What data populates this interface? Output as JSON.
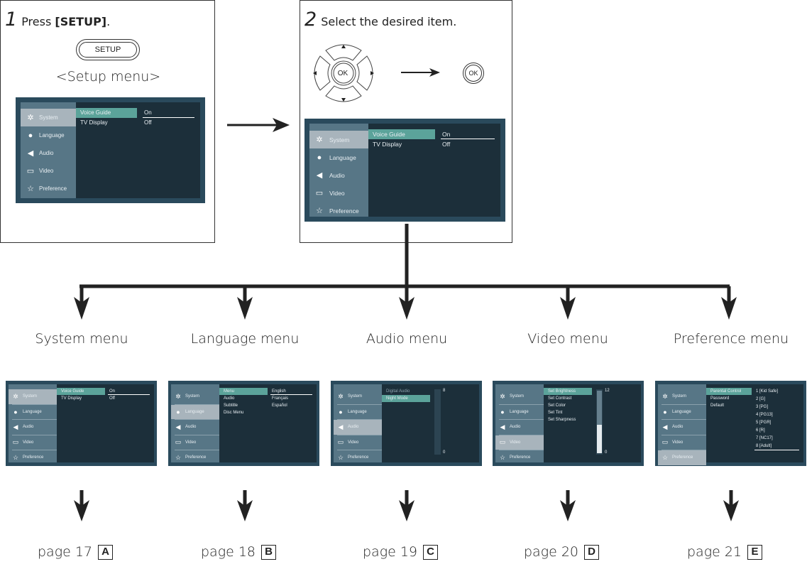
{
  "step1": {
    "number": "1",
    "text_prefix": "Press ",
    "text_bold": "[SETUP]",
    "text_suffix": ".",
    "button_label": "SETUP",
    "menu_title": "<Setup menu>"
  },
  "step2": {
    "number": "2",
    "text": "Select the desired item.",
    "ok_label": "OK",
    "ok_button_label": "OK"
  },
  "setup_menu": {
    "sidebar": [
      "System",
      "Language",
      "Audio",
      "Video",
      "Preference"
    ],
    "options": [
      "Voice Guide",
      "TV Display"
    ],
    "values": [
      "On",
      "Off"
    ]
  },
  "menus": [
    {
      "title": "System menu",
      "page": "page 17",
      "letter": "A",
      "active": "System",
      "options": [
        "Voice Guide",
        "TV Display"
      ],
      "values": [
        "On",
        "Off"
      ]
    },
    {
      "title": "Language menu",
      "page": "page 18",
      "letter": "B",
      "active": "Language",
      "options": [
        "Menu",
        "Audio",
        "Subtitle",
        "Disc Menu"
      ],
      "values": [
        "English",
        "Français",
        "Español"
      ]
    },
    {
      "title": "Audio menu",
      "page": "page 19",
      "letter": "C",
      "active": "Audio",
      "options": [
        "Digital Audio",
        "Night Mode"
      ],
      "values": [
        "8",
        "0"
      ]
    },
    {
      "title": "Video menu",
      "page": "page 20",
      "letter": "D",
      "active": "Video",
      "options": [
        "Set Brightness",
        "Set Contrast",
        "Set Color",
        "Set Tint",
        "Set Sharpness"
      ],
      "values": [
        "12",
        "0"
      ]
    },
    {
      "title": "Preference menu",
      "page": "page 21",
      "letter": "E",
      "active": "Preference",
      "options": [
        "Parental Control",
        "Password",
        "Default"
      ],
      "values": [
        "1 [Kid Safe]",
        "2 [G]",
        "3 [PG]",
        "4 [PG13]",
        "5 [PGR]",
        "6 [R]",
        "7 [NC17]",
        "8 [Adult]"
      ]
    }
  ],
  "colors": {
    "panel_frame": "#2a4a5c",
    "panel_bg": "#1c2f3a",
    "sidebar_bg": "#577686",
    "sidebar_active": "#a8b4bc",
    "highlight": "#5ba39a"
  }
}
